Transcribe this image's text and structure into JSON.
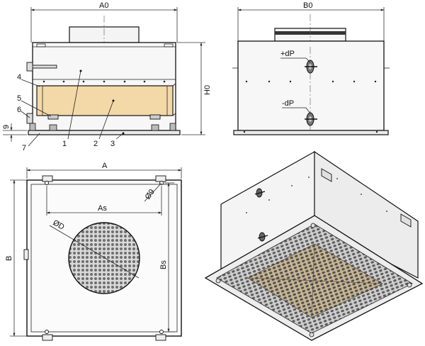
{
  "front_view": {
    "width_label": "A0",
    "height_label": "H0",
    "small_dim_label": "9",
    "callouts": [
      "4",
      "5",
      "6",
      "7",
      "1",
      "2",
      "3"
    ]
  },
  "side_view": {
    "width_label": "B0",
    "plus_dp_label": "+dP",
    "minus_dp_label": "-dP"
  },
  "plan_view": {
    "width_label": "A",
    "depth_label": "B",
    "hole_spacing_a_label": "As",
    "hole_spacing_b_label": "Bs",
    "duct_dia_label": "ØD",
    "hole_dia_label": "Ø9"
  },
  "iso_view": {},
  "colors": {
    "line": "#111111",
    "filter_media": "#f3d9a8",
    "housing_fill": "#f7f7f7",
    "iso_side": "#f2f2f2",
    "mesh": "#6f6f6f"
  }
}
